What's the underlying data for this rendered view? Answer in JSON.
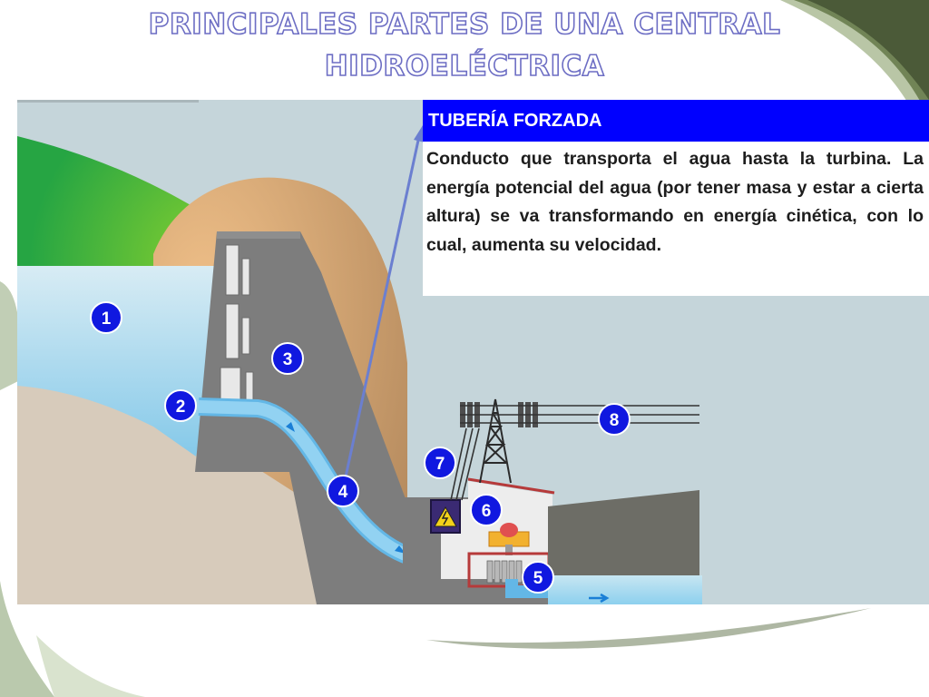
{
  "slide": {
    "title_line1": "PRINCIPALES PARTES DE UNA CENTRAL",
    "title_line2": "HIDROELÉCTRICA"
  },
  "callout": {
    "heading": "TUBERÍA FORZADA",
    "text": "Conducto que transporta el agua hasta la turbina. La energía potencial del agua (por tener masa y estar a cierta altura) se va transformando en energía cinética, con lo cual, aumenta su velocidad."
  },
  "markers": [
    "1",
    "2",
    "3",
    "4",
    "5",
    "6",
    "7",
    "8"
  ],
  "colors": {
    "title_outline": "#6d6ec4",
    "callout_header": "#0000ff",
    "marker": "#1018e0",
    "sky": "#c5d5da",
    "water": "#8dd0ee",
    "dam": "#7d7d7d",
    "hill_green": "#43b23a",
    "mountain": "#c89a68",
    "ground": "#d7cbbb"
  },
  "icons": {
    "transformer": "high-voltage-warning-icon",
    "flow": "arrow-right-icon",
    "pointer": "arrow-up-icon"
  }
}
